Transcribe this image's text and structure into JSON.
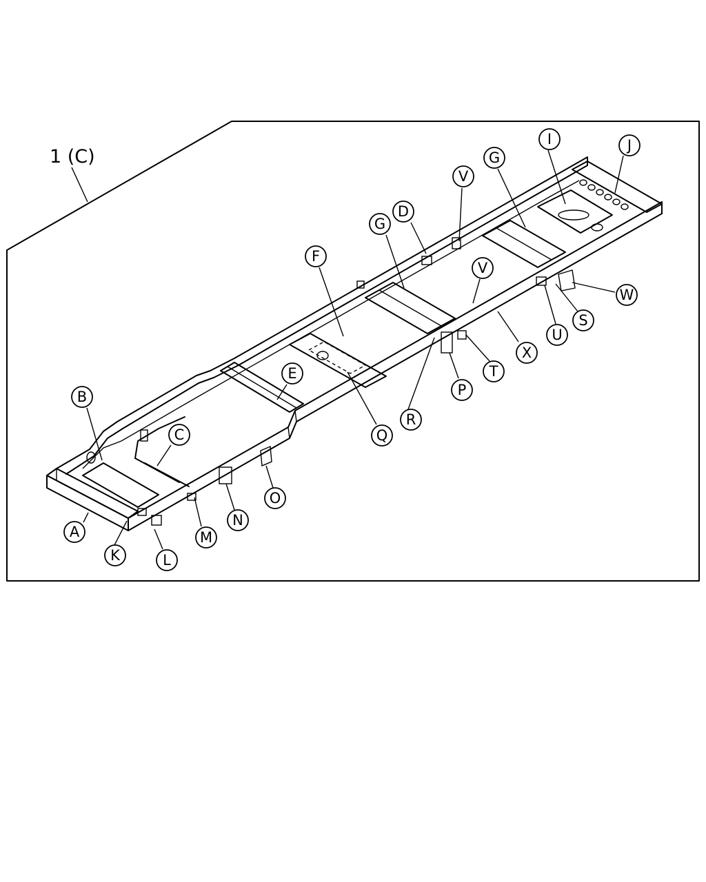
{
  "title": "1 (C)",
  "callouts": [
    {
      "label": "A"
    },
    {
      "label": "B"
    },
    {
      "label": "C"
    },
    {
      "label": "D"
    },
    {
      "label": "E"
    },
    {
      "label": "F"
    },
    {
      "label": "G"
    },
    {
      "label": "G"
    },
    {
      "label": "I"
    },
    {
      "label": "J"
    },
    {
      "label": "K"
    },
    {
      "label": "L"
    },
    {
      "label": "M"
    },
    {
      "label": "N"
    },
    {
      "label": "O"
    },
    {
      "label": "P"
    },
    {
      "label": "Q"
    },
    {
      "label": "R"
    },
    {
      "label": "S"
    },
    {
      "label": "T"
    },
    {
      "label": "U"
    },
    {
      "label": "V"
    },
    {
      "label": "V"
    },
    {
      "label": "W"
    },
    {
      "label": "X"
    }
  ]
}
